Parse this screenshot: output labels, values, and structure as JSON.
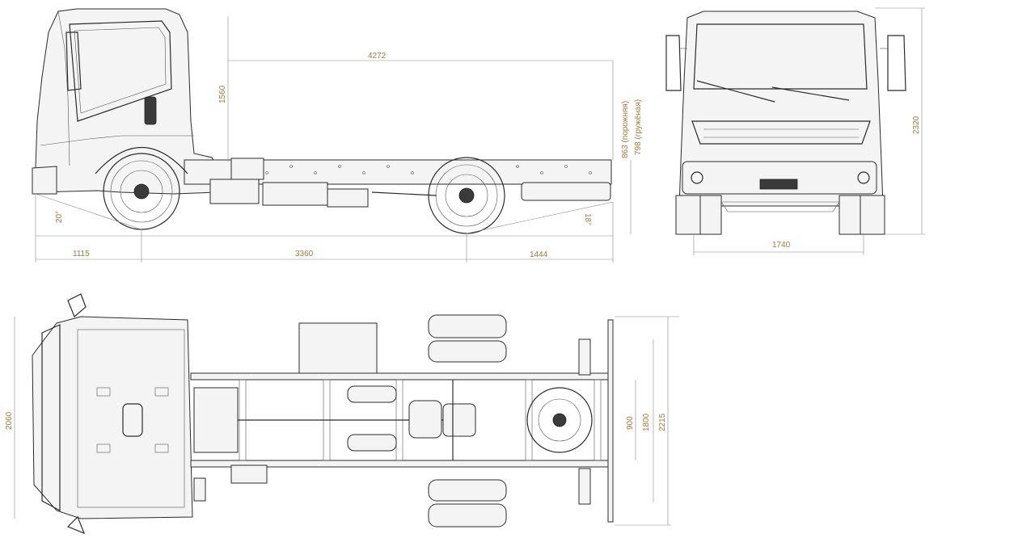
{
  "dimensions": {
    "overall_length": "4272",
    "cab_height": "1560",
    "frame_height_empty": "863 (порожняя)",
    "frame_height_loaded": "798 (гружёная)",
    "approach_angle": "20°",
    "departure_angle": "18°",
    "front_overhang": "1115",
    "wheelbase": "3360",
    "rear_overhang": "1444",
    "overall_height": "2320",
    "front_track": "1740",
    "cab_width": "2060",
    "frame_width": "900",
    "rear_track": "1800",
    "overall_width": "2215"
  },
  "colors": {
    "line": "#2b2b2b",
    "dimension_text": "#a07a3a",
    "background": "#ffffff"
  }
}
